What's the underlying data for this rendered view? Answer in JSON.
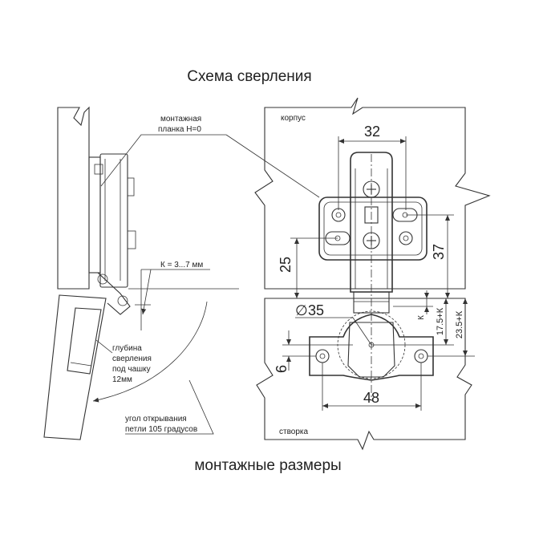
{
  "title_top": "Схема сверления",
  "title_bottom": "монтажные размеры",
  "left": {
    "mount_plate_line1": "монтажная",
    "mount_plate_line2": "планка Н=0",
    "k_label": "К = 3...7 мм",
    "depth_line1": "глубина",
    "depth_line2": "сверления",
    "depth_line3": "под чашку",
    "depth_line4": "12мм",
    "angle_line1": "угол открывания",
    "angle_line2": "петли 105 градусов"
  },
  "right": {
    "korpus": "корпус",
    "stvorka": "створка",
    "dim_32": "32",
    "dim_37": "37",
    "dim_25": "25",
    "dim_35": "35",
    "diameter_symbol": "∅",
    "dim_k": "К",
    "dim_175k": "17.5+К",
    "dim_235k": "23.5+К",
    "dim_6": "6",
    "dim_48": "48"
  },
  "colors": {
    "line": "#333333",
    "hatch": "#555555",
    "text": "#222222",
    "background": "#ffffff"
  }
}
